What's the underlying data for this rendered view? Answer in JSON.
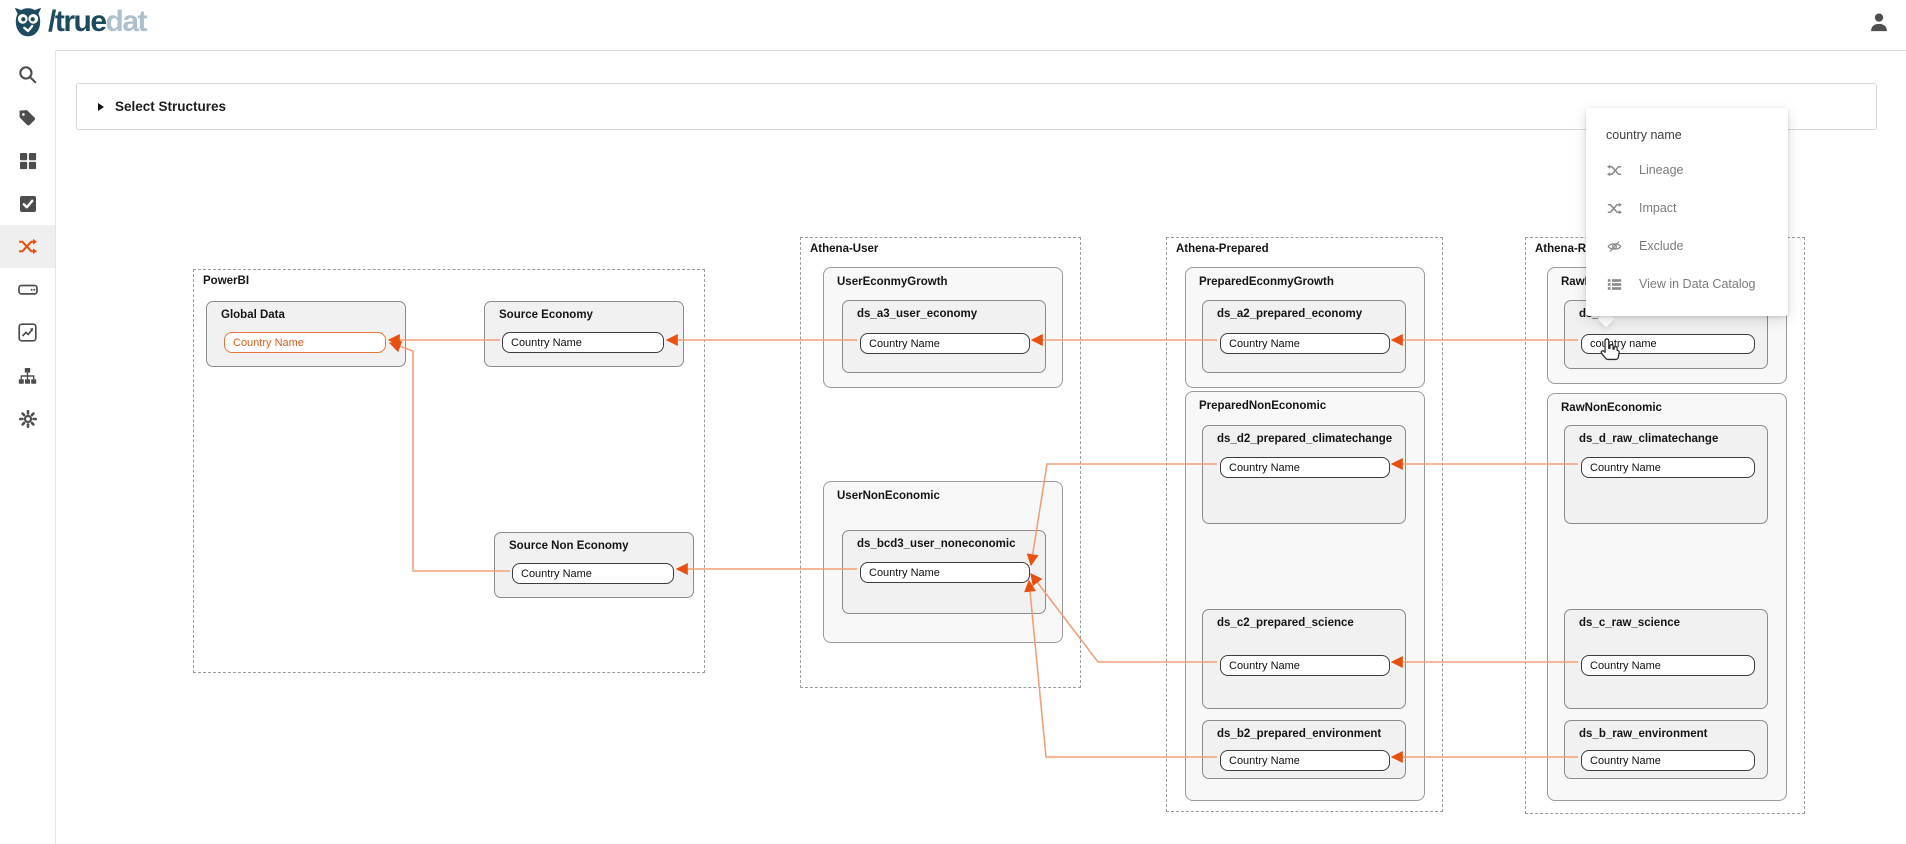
{
  "app": {
    "name": "truedat"
  },
  "header": {
    "logo_primary": "/true",
    "logo_secondary": "dat",
    "user_icon": "user-icon"
  },
  "sidebar": {
    "items": [
      {
        "icon": "search-icon",
        "active": false
      },
      {
        "icon": "tags-icon",
        "active": false
      },
      {
        "icon": "grid-icon",
        "active": false
      },
      {
        "icon": "check-square-icon",
        "active": false
      },
      {
        "icon": "shuffle-icon",
        "active": true
      },
      {
        "icon": "server-icon",
        "active": false
      },
      {
        "icon": "chart-line-icon",
        "active": false
      },
      {
        "icon": "sitemap-icon",
        "active": false
      },
      {
        "icon": "gear-icon",
        "active": false
      }
    ]
  },
  "toolbar": {
    "select_structures_label": "Select Structures"
  },
  "context_menu": {
    "title": "country name",
    "items": [
      {
        "icon": "lineage-icon",
        "label": "Lineage"
      },
      {
        "icon": "impact-icon",
        "label": "Impact"
      },
      {
        "icon": "eye-off-icon",
        "label": "Exclude"
      },
      {
        "icon": "list-icon",
        "label": "View in Data Catalog"
      }
    ]
  },
  "diagram": {
    "field_label": "Country Name",
    "field_label_hovered": "country name",
    "groups": {
      "powerbi": "PowerBI",
      "athena_user": "Athena-User",
      "athena_prepared": "Athena-Prepared",
      "athena_raw": "Athena-Ra"
    },
    "containers": {
      "user_econmy": "UserEconmyGrowth",
      "user_noneco": "UserNonEconomic",
      "prep_econmy": "PreparedEconmyGrowth",
      "prep_noneco": "PreparedNonEconomic",
      "raw_econmy": "RawEc",
      "raw_noneco": "RawNonEconomic"
    },
    "nodes": {
      "global_data": "Global Data",
      "source_economy": "Source Economy",
      "source_non_economy": "Source Non Economy",
      "ds_a3": "ds_a3_user_economy",
      "ds_bcd3": "ds_bcd3_user_noneconomic",
      "ds_a2": "ds_a2_prepared_economy",
      "ds_d2": "ds_d2_prepared_climatechange",
      "ds_c2": "ds_c2_prepared_science",
      "ds_b2": "ds_b2_prepared_environment",
      "ds_raw_cut": "ds_",
      "ds_d": "ds_d_raw_climatechange",
      "ds_c": "ds_c_raw_science",
      "ds_b": "ds_b_raw_environment"
    },
    "edges": [
      {
        "from": "Source Economy.Country Name",
        "to": "Global Data.Country Name"
      },
      {
        "from": "Source Non Economy.Country Name",
        "to": "Global Data.Country Name"
      },
      {
        "from": "ds_a3_user_economy.Country Name",
        "to": "Source Economy.Country Name"
      },
      {
        "from": "ds_bcd3_user_noneconomic.Country Name",
        "to": "Source Non Economy.Country Name"
      },
      {
        "from": "ds_a2_prepared_economy.Country Name",
        "to": "ds_a3_user_economy.Country Name"
      },
      {
        "from": "ds_.country name",
        "to": "ds_a2_prepared_economy.Country Name"
      },
      {
        "from": "ds_d2_prepared_climatechange.Country Name",
        "to": "ds_bcd3_user_noneconomic.Country Name"
      },
      {
        "from": "ds_c2_prepared_science.Country Name",
        "to": "ds_bcd3_user_noneconomic.Country Name"
      },
      {
        "from": "ds_b2_prepared_environment.Country Name",
        "to": "ds_bcd3_user_noneconomic.Country Name"
      },
      {
        "from": "ds_d_raw_climatechange.Country Name",
        "to": "ds_d2_prepared_climatechange.Country Name"
      },
      {
        "from": "ds_c_raw_science.Country Name",
        "to": "ds_c2_prepared_science.Country Name"
      },
      {
        "from": "ds_b_raw_environment.Country Name",
        "to": "ds_b2_prepared_environment.Country Name"
      }
    ]
  },
  "colors": {
    "accent_orange": "#e8500f",
    "edge_salmon": "#f2a078",
    "highlight_field": "#e8763a",
    "logo_dark": "#1d4a5c",
    "logo_light": "#aec0cb"
  }
}
